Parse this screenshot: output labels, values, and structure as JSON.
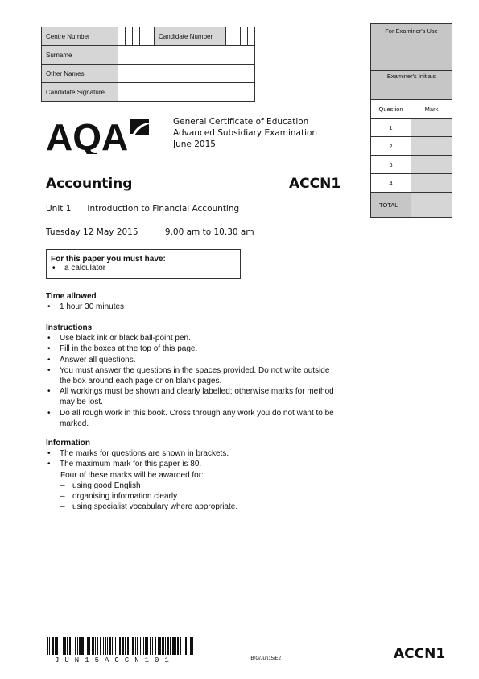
{
  "candidate_table": {
    "centre_number": "Centre Number",
    "candidate_number": "Candidate Number",
    "surname": "Surname",
    "other_names": "Other Names",
    "signature": "Candidate Signature"
  },
  "examiner_box": {
    "title": "For Examiner's Use",
    "initials": "Examiner's Initials",
    "question_header": "Question",
    "mark_header": "Mark",
    "questions": [
      "1",
      "2",
      "3",
      "4"
    ],
    "total": "TOTAL"
  },
  "logo": {
    "text": "AQA"
  },
  "header": {
    "line1": "General Certificate of Education",
    "line2": "Advanced Subsidiary Examination",
    "line3": "June 2015"
  },
  "subject": "Accounting",
  "paper_code": "ACCN1",
  "unit": "Unit 1      Introduction to Financial Accounting",
  "date": "Tuesday 12 May 2015          9.00 am to 10.30 am",
  "must_have": {
    "title": "For this paper you must have:",
    "items": [
      "a calculator"
    ]
  },
  "time_allowed": {
    "title": "Time allowed",
    "items": [
      "1 hour 30 minutes"
    ]
  },
  "instructions": {
    "title": "Instructions",
    "items": [
      "Use black ink or black ball-point pen.",
      "Fill in the boxes at the top of this page.",
      "Answer all questions.",
      "You must answer the questions in the spaces provided. Do not write outside the box around each page or on blank pages.",
      "All workings must be shown and clearly labelled; otherwise marks for method may be lost.",
      "Do all rough work in this book. Cross through any work you do not want to be marked."
    ]
  },
  "information": {
    "title": "Information",
    "items": [
      "The marks for questions are shown in brackets.",
      "The maximum mark for this paper is 80."
    ],
    "note": "Four of these marks will be awarded for:",
    "sub_items": [
      "using good English",
      "organising information clearly",
      "using specialist vocabulary where appropriate."
    ]
  },
  "footer": {
    "barcode_text": "JUN15ACCN101",
    "ref": "IB/G/Jun15/E2",
    "code": "ACCN1"
  }
}
